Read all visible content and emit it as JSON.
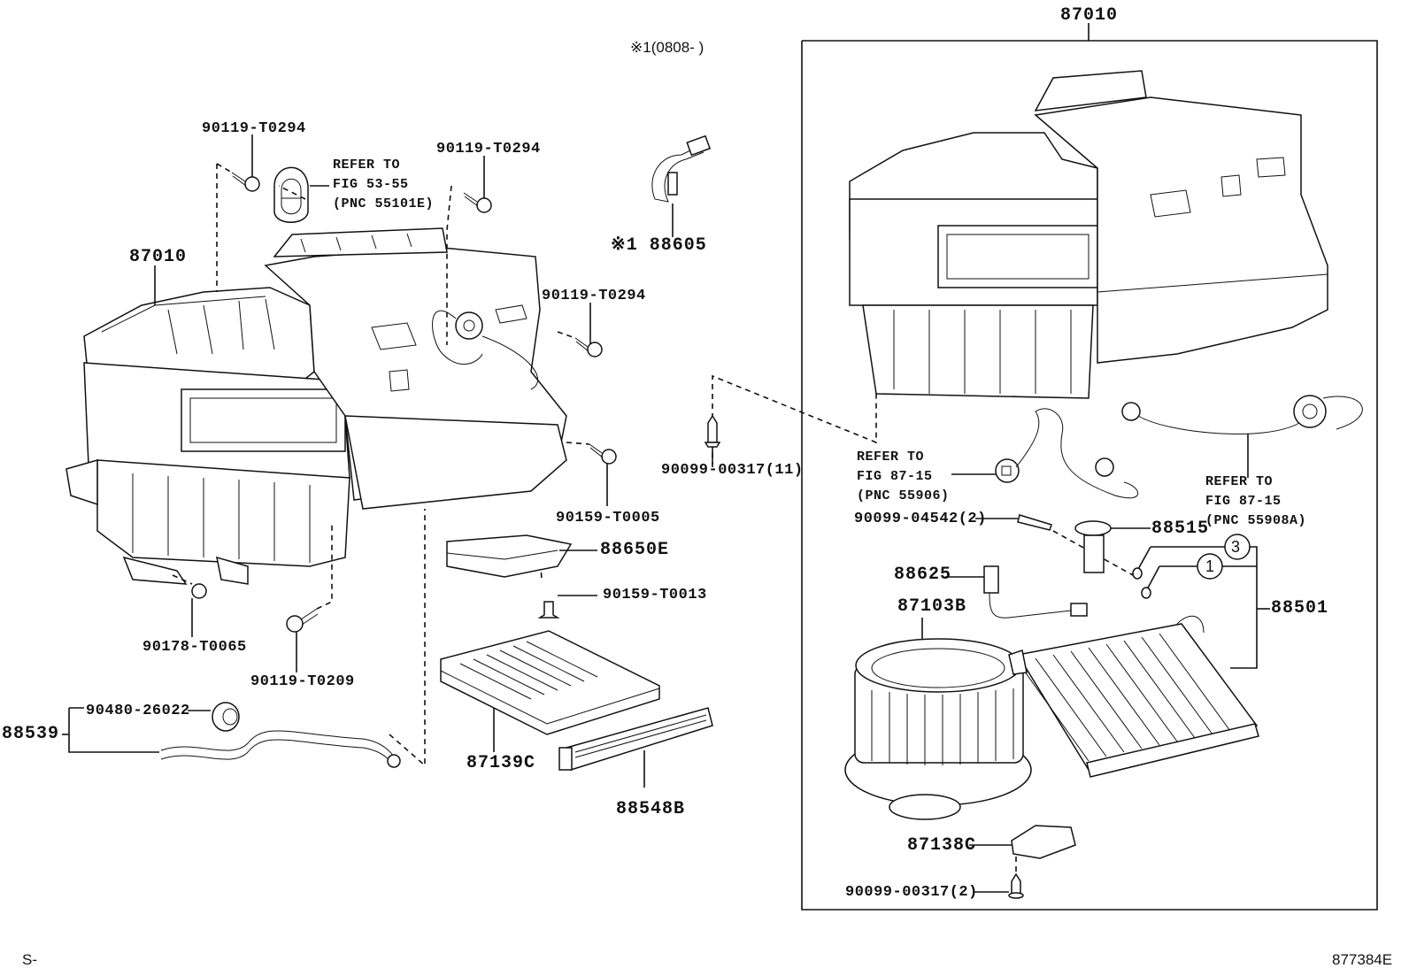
{
  "diagram": {
    "title_part": "87010",
    "variant_note": "※1(0808-   )",
    "footer_left": "S-",
    "figure_id": "877384E",
    "labels": {
      "assy_left": "87010",
      "screw_top_left": "90119-T0294",
      "screw_top_mid": "90119-T0294",
      "screw_mid_right": "90119-T0294",
      "wire_harness": "※1 88605",
      "screw_long": "90099-00317(11)",
      "screw_side": "90159-T0005",
      "amplifier": "88650E",
      "screw_amp": "90159-T0013",
      "nut_bottom": "90178-T0065",
      "screw_bottom": "90119-T0209",
      "grommet": "90480-26022",
      "drain_hose": "88539",
      "filter": "87139C",
      "filter_cover": "88548B",
      "screw_valve": "90099-04542(2)",
      "expansion_valve": "88515",
      "thermistor": "88625",
      "blower_motor": "87103B",
      "evaporator": "88501",
      "resistor": "87138C",
      "screw_resistor": "90099-00317(2)",
      "callout_3": "3",
      "callout_1": "1"
    },
    "refer_notes": {
      "top": "REFER TO\nFIG 53-55\n(PNC 55101E)",
      "servo_left": "REFER TO\nFIG 87-15\n(PNC 55906)",
      "servo_right": "REFER TO\nFIG 87-15\n(PNC 55908A)"
    }
  }
}
